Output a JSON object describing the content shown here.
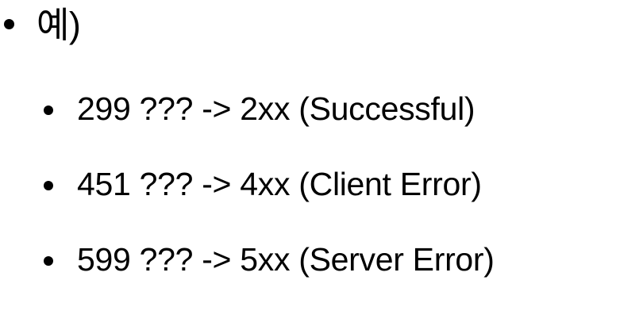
{
  "slide": {
    "background_color": "#ffffff",
    "text_color": "#000000",
    "bullet_glyph": "disc",
    "level1": {
      "text": "예)"
    },
    "level2": [
      {
        "text": "299 ??? -> 2xx (Successful)"
      },
      {
        "text": "451 ??? -> 4xx (Client Error)"
      },
      {
        "text": "599 ??? -> 5xx (Server Error)"
      }
    ]
  }
}
